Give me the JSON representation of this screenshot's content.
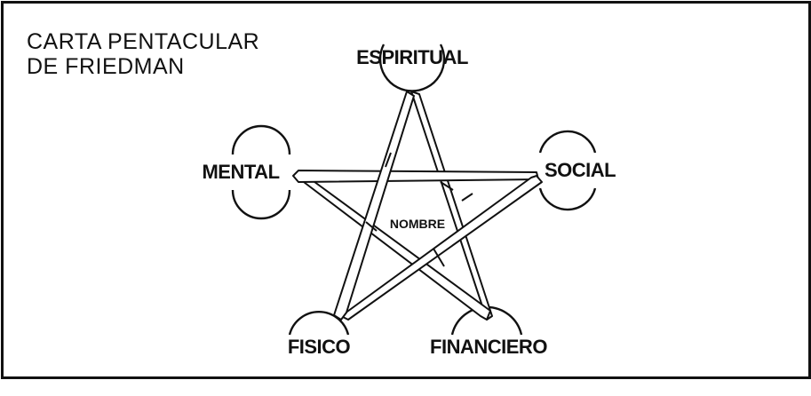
{
  "title": {
    "line1": "CARTA PENTACULAR",
    "line2": "DE FRIEDMAN"
  },
  "center": {
    "label": "NOMBRE"
  },
  "nodes": {
    "spiritual": "ESPIRITUAL",
    "social": "SOCIAL",
    "financial": "FINANCIERO",
    "physical": "FISICO",
    "mental": "MENTAL"
  },
  "colors": {
    "ink": "#111111",
    "background": "#ffffff"
  }
}
